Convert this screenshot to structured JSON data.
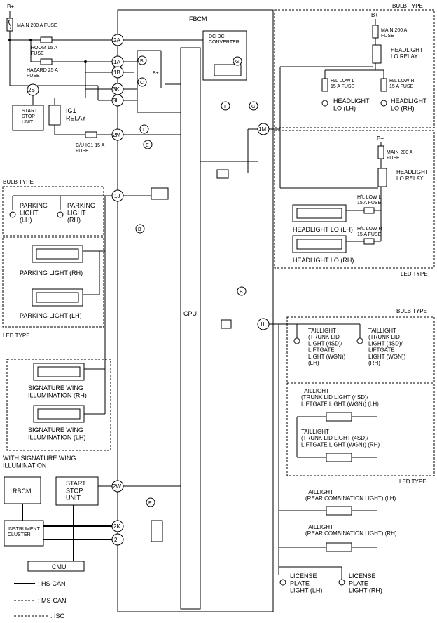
{
  "power": {
    "b_plus": "B+"
  },
  "fbcm": {
    "title": "FBCM",
    "dcdc": "DC-DC\nCONVERTER",
    "cpu": "CPU"
  },
  "fuses": {
    "main": "MAIN 200 A FUSE",
    "room": "ROOM 15 A\nFUSE",
    "hazard": "HAZARD 25 A\nFUSE",
    "cu_ig1": "C/U IG1 15 A\nFUSE",
    "main_right": "MAIN 200 A\nFUSE",
    "hl_low_l": "H/L LOW L\n15 A FUSE",
    "hl_low_r": "H/L LOW R\n15 A FUSE",
    "hl_low_l_led": "H/L LOW L\n15 A FUSE",
    "hl_low_r_led": "H/L LOW R\n15 A FUSE"
  },
  "pins": {
    "p2a": "2A",
    "p1a": "1A",
    "p1b": "1B",
    "p3k": "3K",
    "p3l": "3L",
    "p2m": "2M",
    "p1j": "1J",
    "p1m": "1M",
    "p1i": "1I",
    "p2w": "2W",
    "p2k": "2K",
    "p2i": "2I",
    "p2s": "2S"
  },
  "markers": {
    "b": "B",
    "c": "C",
    "e": "E",
    "g": "G",
    "i": "I"
  },
  "components": {
    "start_stop_unit": "START\nSTOP\nUNIT",
    "ig1_relay": "IG1\nRELAY",
    "headlight_lo_relay": "HEADLIGHT\nLO RELAY",
    "headlight_lo_relay_led": "HEADLIGHT\nLO RELAY",
    "headlight_lo_lh": "HEADLIGHT\nLO (LH)",
    "headlight_lo_rh": "HEADLIGHT\nLO (RH)",
    "headlight_lo_lh_led": "HEADLIGHT LO (LH)",
    "headlight_lo_rh_led": "HEADLIGHT LO (RH)",
    "parking_lh": "PARKING\nLIGHT\n(LH)",
    "parking_rh": "PARKING\nLIGHT\n(RH)",
    "parking_rh_led": "PARKING LIGHT (RH)",
    "parking_lh_led": "PARKING LIGHT (LH)",
    "sig_rh": "SIGNATURE WING\nILLUMINATION (RH)",
    "sig_lh": "SIGNATURE WING\nILLUMINATION (LH)",
    "tail_lh_bulb": "TAILLIGHT\n(TRUNK LID\nLIGHT (4SD)/\nLIFTGATE\nLIGHT (WGN))\n(LH)",
    "tail_rh_bulb": "TAILLIGHT\n(TRUNK LID\nLIGHT (4SD)/\nLIFTGATE\nLIGHT (WGN))\n(RH)",
    "tail_lh_led": "TAILLIGHT\n(TRUNK LID LIGHT (4SD)/\nLIFTGATE LIGHT (WGN)) (LH)",
    "tail_rh_led": "TAILLIGHT\n(TRUNK LID LIGHT (4SD)/\nLIFTGATE LIGHT (WGN)) (RH)",
    "rear_comb_lh": "TAILLIGHT\n(REAR COMBINATION LIGHT) (LH)",
    "rear_comb_rh": "TAILLIGHT\n(REAR COMBINATION LIGHT) (RH)",
    "license_lh": "LICENSE\nPLATE\nLIGHT (LH)",
    "license_rh": "LICENSE\nPLATE\nLIGHT (RH)",
    "rbcm": "RBCM",
    "start_stop_unit_bottom": "START\nSTOP\nUNIT",
    "instrument_cluster": "INSTRUMENT\nCLUSTER",
    "cmu": "CMU"
  },
  "groups": {
    "bulb_type_top": "BULB TYPE",
    "bulb_type_left": "BULB TYPE",
    "bulb_type_right": "BULB TYPE",
    "led_type_right": "LED TYPE",
    "led_type_left": "LED TYPE",
    "led_type_tail": "LED TYPE",
    "with_sig": "WITH SIGNATURE WING\nILLUMINATION"
  },
  "legend": {
    "hs_can": ": HS-CAN",
    "ms_can": ": MS-CAN",
    "iso": ": ISO"
  }
}
